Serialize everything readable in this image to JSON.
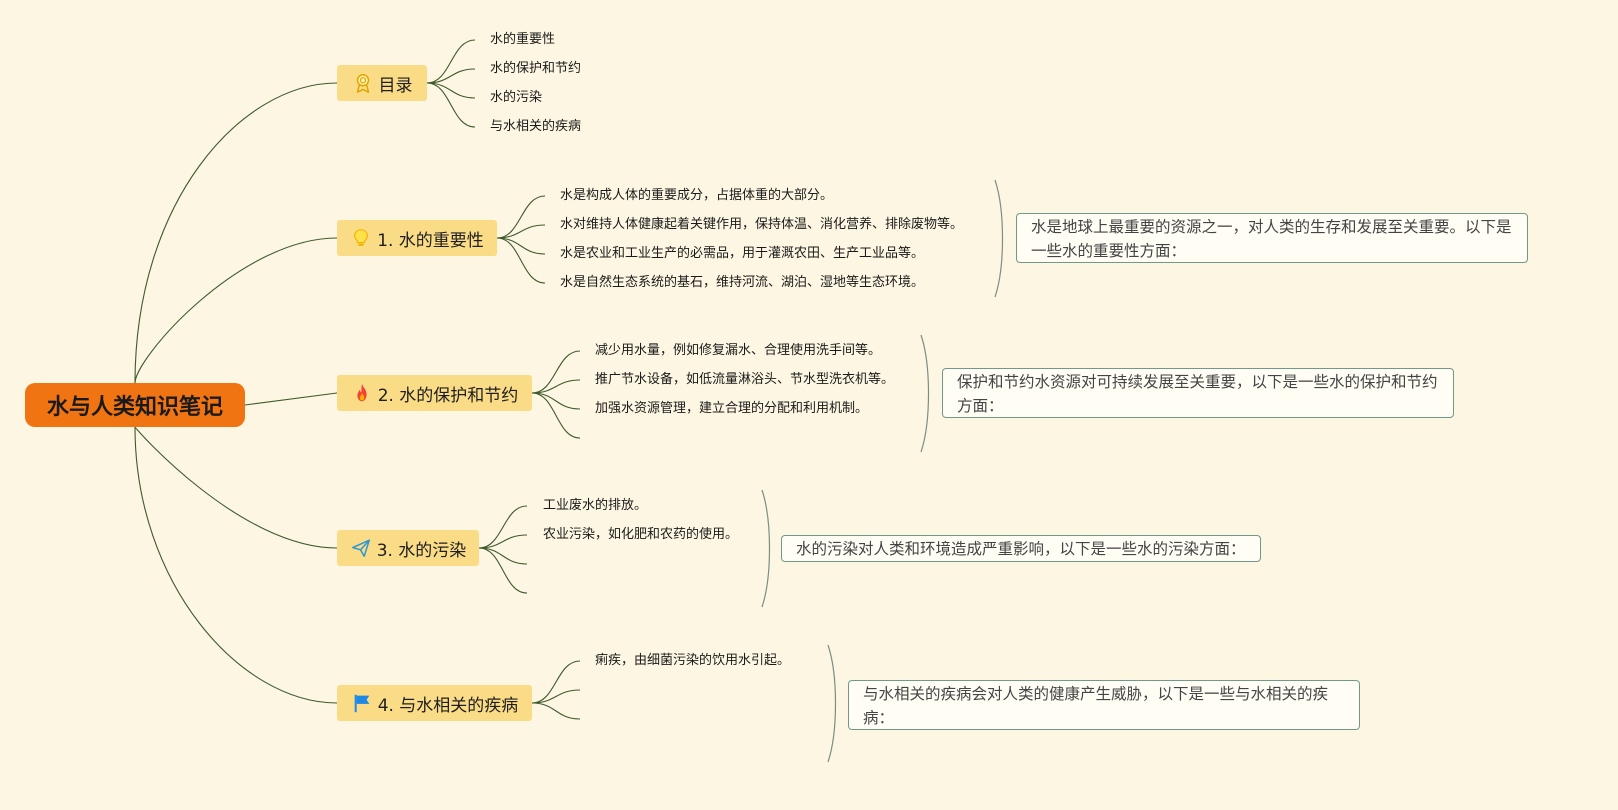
{
  "root": {
    "label": "水与人类知识笔记"
  },
  "branches": [
    {
      "label": "目录",
      "icon": "award-ribbon-icon",
      "leaves": [
        "水的重要性",
        "水的保护和节约",
        "水的污染",
        "与水相关的疾病"
      ],
      "empty_leaves": 0,
      "note": ""
    },
    {
      "label": "1. 水的重要性",
      "icon": "lightbulb-icon",
      "leaves": [
        "水是构成人体的重要成分，占据体重的大部分。",
        "水对维持人体健康起着关键作用，保持体温、消化营养、排除废物等。",
        "水是农业和工业生产的必需品，用于灌溉农田、生产工业品等。",
        "水是自然生态系统的基石，维持河流、湖泊、湿地等生态环境。"
      ],
      "empty_leaves": 0,
      "note": "水是地球上最重要的资源之一，对人类的生存和发展至关重要。以下是一些水的重要性方面："
    },
    {
      "label": "2. 水的保护和节约",
      "icon": "fire-icon",
      "leaves": [
        "减少用水量，例如修复漏水、合理使用洗手间等。",
        "推广节水设备，如低流量淋浴头、节水型洗衣机等。",
        "加强水资源管理，建立合理的分配和利用机制。"
      ],
      "empty_leaves": 1,
      "note": "保护和节约水资源对可持续发展至关重要，以下是一些水的保护和节约方面："
    },
    {
      "label": "3. 水的污染",
      "icon": "paper-plane-icon",
      "leaves": [
        "工业废水的排放。",
        "农业污染，如化肥和农药的使用。"
      ],
      "empty_leaves": 2,
      "note": "水的污染对人类和环境造成严重影响，以下是一些水的污染方面："
    },
    {
      "label": "4. 与水相关的疾病",
      "icon": "flag-icon",
      "leaves": [
        "痢疾，由细菌污染的饮用水引起。"
      ],
      "empty_leaves": 2,
      "note": "与水相关的疾病会对人类的健康产生威胁，以下是一些与水相关的疾病："
    }
  ],
  "colors": {
    "background": "#fdf6e2",
    "root": "#f07412",
    "branch": "#fbdc86",
    "line": "#3f5a2c",
    "note_border": "#6f9a8a"
  }
}
